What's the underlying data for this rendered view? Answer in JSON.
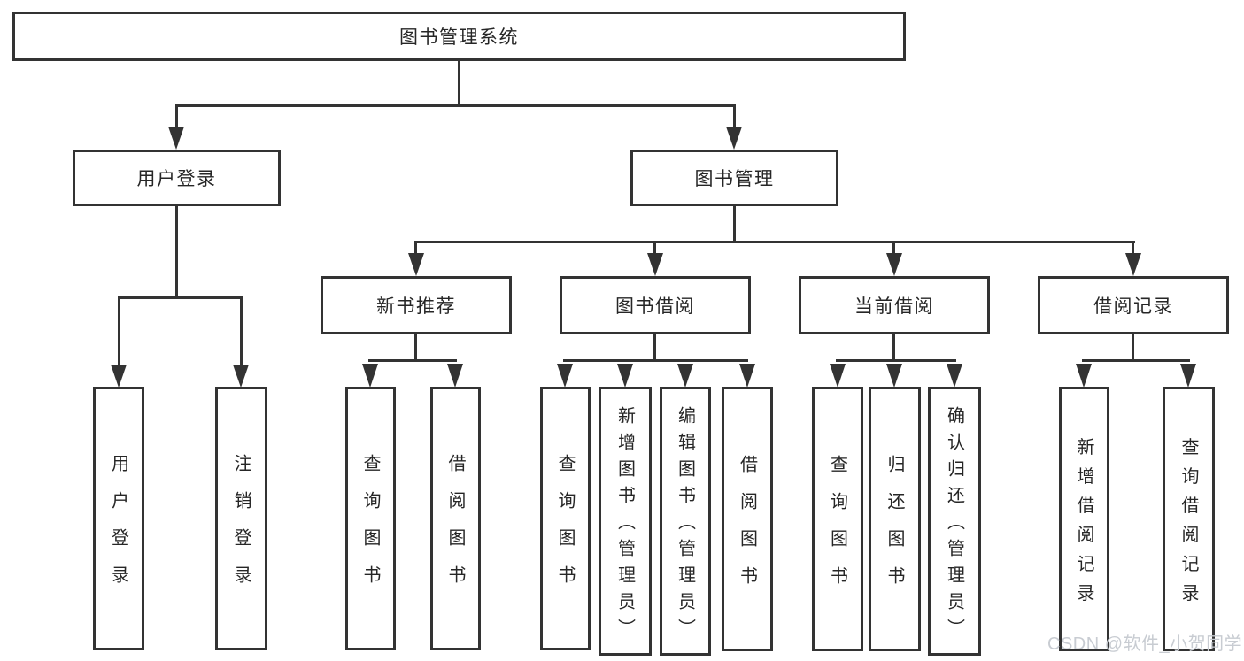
{
  "tree": {
    "label": "图书管理系统",
    "children": [
      {
        "label": "用户登录",
        "children": [
          {
            "label": "用户登录"
          },
          {
            "label": "注销登录"
          }
        ]
      },
      {
        "label": "图书管理",
        "children": [
          {
            "label": "新书推荐",
            "children": [
              {
                "label": "查询图书"
              },
              {
                "label": "借阅图书"
              }
            ]
          },
          {
            "label": "图书借阅",
            "children": [
              {
                "label": "查询图书"
              },
              {
                "label": "新增图书（管理员）"
              },
              {
                "label": "编辑图书（管理员）"
              },
              {
                "label": "借阅图书"
              }
            ]
          },
          {
            "label": "当前借阅",
            "children": [
              {
                "label": "查询图书"
              },
              {
                "label": "归还图书"
              },
              {
                "label": "确认归还（管理员）"
              }
            ]
          },
          {
            "label": "借阅记录",
            "children": [
              {
                "label": "新增借阅记录"
              },
              {
                "label": "查询借阅记录"
              }
            ]
          }
        ]
      }
    ]
  },
  "watermark": {
    "text": "CSDN @软件_小贺同学"
  },
  "colors": {
    "line": "#333333",
    "text": "#262626",
    "box_background": "#ffffff",
    "page_background": "#ffffff",
    "watermark_text": "#c8ccd2"
  }
}
